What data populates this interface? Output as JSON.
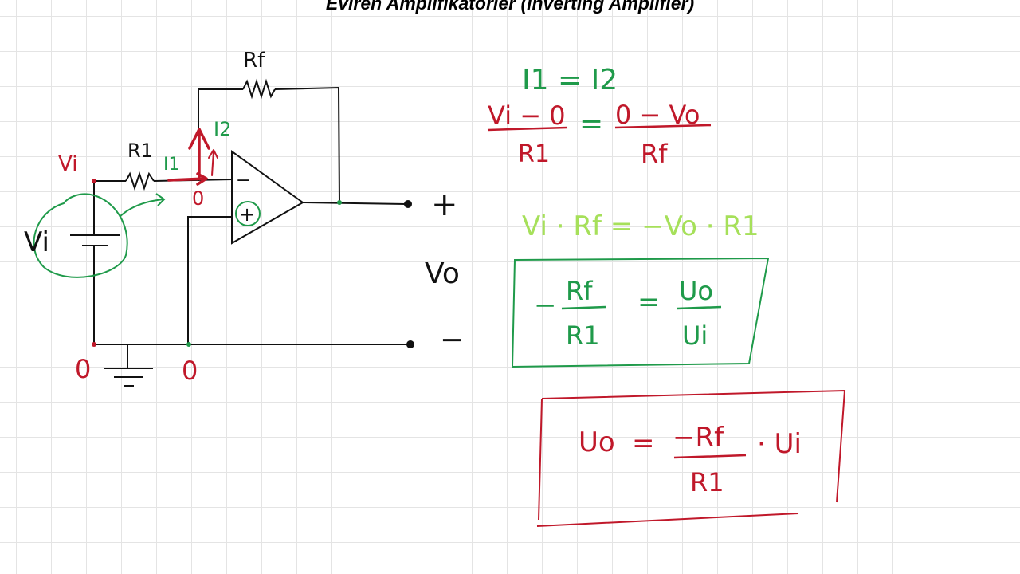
{
  "title": "Eviren Amplifikatörler (inverting Amplifier)",
  "colors": {
    "ink": "#111111",
    "red": "#c0182a",
    "green": "#1f9a4a",
    "lime": "#a6e05a"
  },
  "circuit": {
    "label_rf": "Rf",
    "label_r1": "R1",
    "label_i1": "I1",
    "label_i2": "I2",
    "label_vi_node": "Vi",
    "label_vi_source": "Vi",
    "label_node_zero": "0",
    "label_ground_left": "0",
    "label_ground_right": "0",
    "label_plus_terminal": "+",
    "label_minus_terminal": "−",
    "label_vo": "Vo",
    "label_opamp_minus": "−",
    "label_opamp_plus": "+"
  },
  "equations": {
    "eq1": "I1 = I2",
    "eq2_num_left": "Vi − 0",
    "eq2_den_left": "R1",
    "eq2_equals": "=",
    "eq2_num_right": "0 − Vo",
    "eq2_den_right": "Rf",
    "eq3": "Vi · Rf = −Vo · R1",
    "eq4_sign": "−",
    "eq4_num_left": "Rf",
    "eq4_den_left": "R1",
    "eq4_equals": "=",
    "eq4_num_right": "Uo",
    "eq4_den_right": "Ui",
    "eq5_lhs": "Uo",
    "eq5_equals": "=",
    "eq5_num": "−Rf",
    "eq5_den": "R1",
    "eq5_tail": "· Ui"
  }
}
